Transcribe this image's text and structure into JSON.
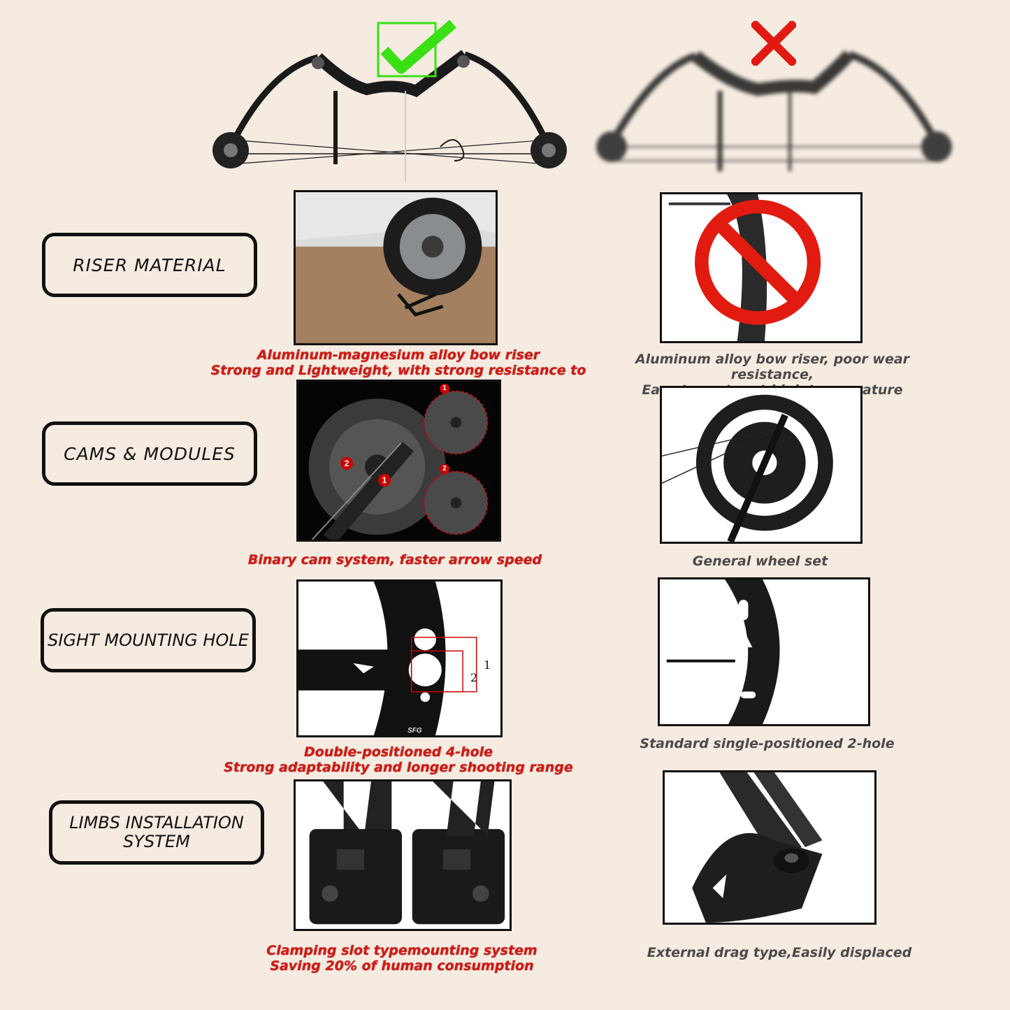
{
  "colors": {
    "background": "#f5ebe1",
    "good_caption": "#d11a14",
    "bad_caption": "#4a4a4a",
    "check": "#39e014",
    "cross": "#e01a12"
  },
  "header": {
    "good_icon": "check-mark-icon",
    "bad_icon": "cross-mark-icon"
  },
  "rows": [
    {
      "label": "RISER MATERIAL",
      "good_caption": "Aluminum-magnesium alloy bow riser\nStrong and Lightweight, with strong resistance to load",
      "bad_caption": "Aluminum alloy bow riser, poor wear resistance,\nEasy to rust, not high temperature resistance"
    },
    {
      "label": "CAMS & MODULES",
      "good_caption": "Binary cam system, faster arrow speed",
      "bad_caption": "General wheel set",
      "good_markers": [
        "1",
        "2",
        "2",
        "1"
      ]
    },
    {
      "label": "SIGHT MOUNTING HOLE",
      "good_caption": "Double-positioned 4-hole\nStrong adaptability and longer shooting range",
      "bad_caption": "Standard single-positioned 2-hole",
      "good_markers": [
        "1",
        "2"
      ],
      "good_logo": "SFG"
    },
    {
      "label": "LIMBS INSTALLATION\nSYSTEM",
      "good_caption": "Clamping slot typemounting system\nSaving 20% of human consumption",
      "bad_caption": "External drag type,Easily displaced"
    }
  ]
}
